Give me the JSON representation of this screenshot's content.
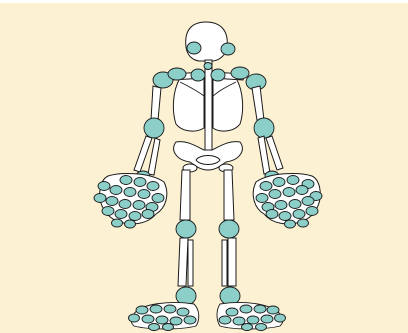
{
  "colors": {
    "background": "#fdf1d3",
    "bone": "#ffffff",
    "joint": "#8ccfc9",
    "outline": "#1a1a1a"
  },
  "figure": {
    "subject": "human-skeleton-joints",
    "joint_count_hands": 19,
    "joint_count_feet": 11
  }
}
